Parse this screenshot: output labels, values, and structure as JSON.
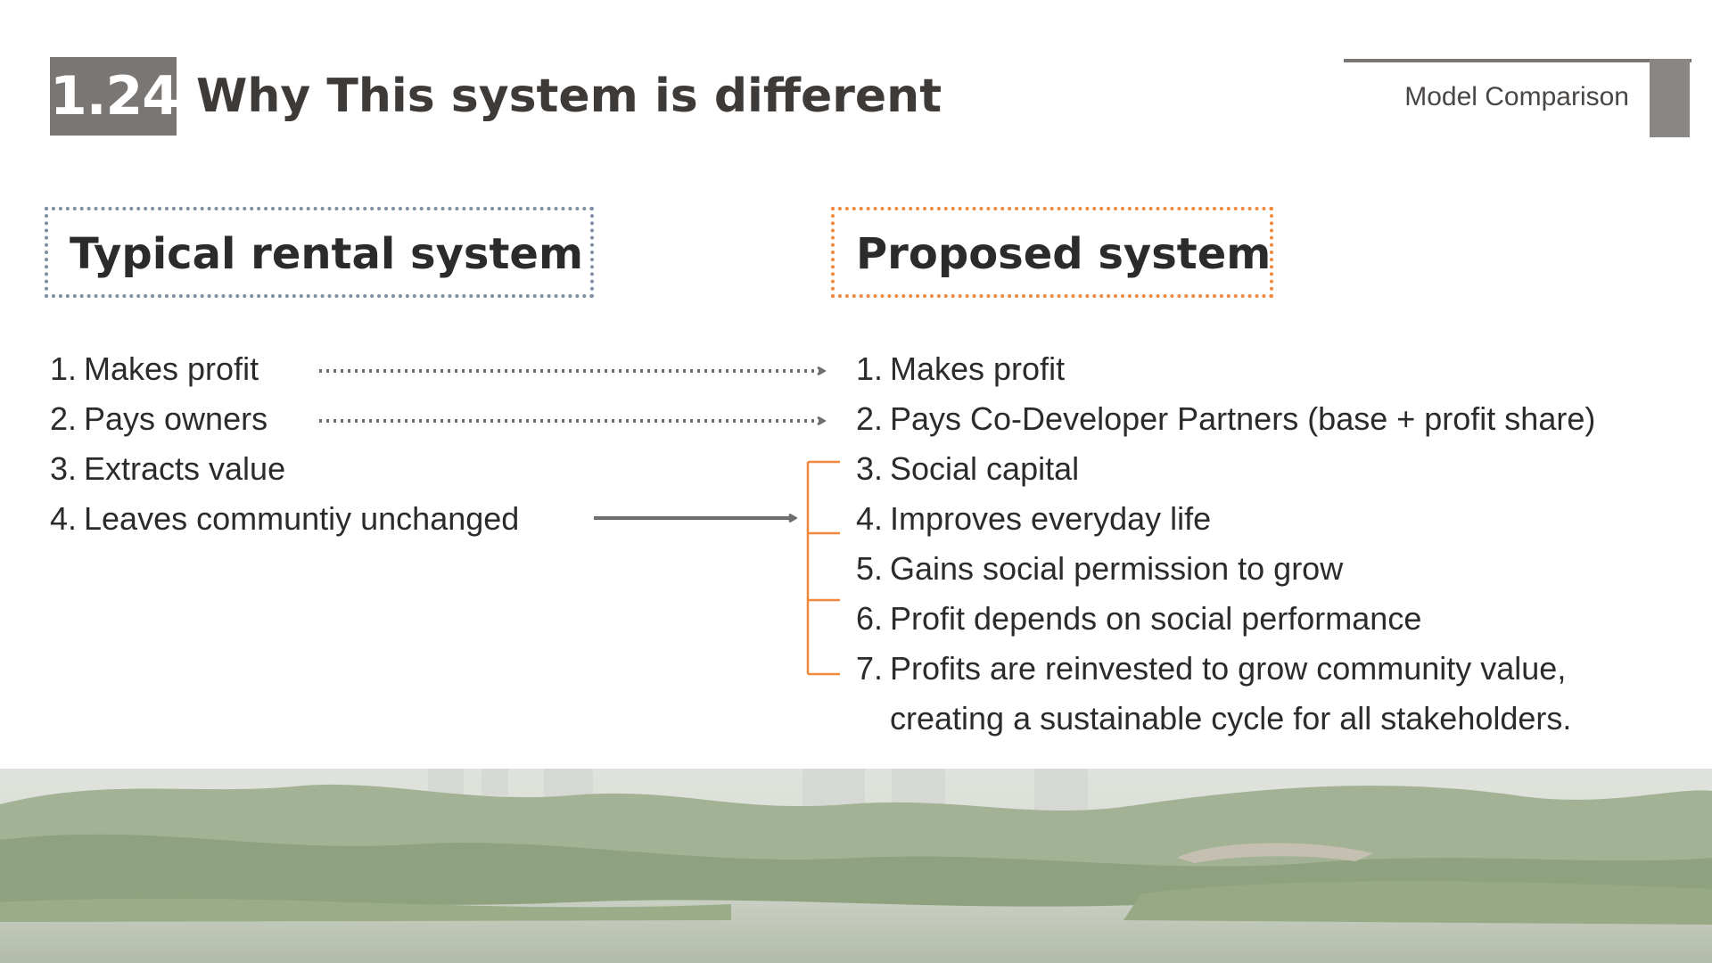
{
  "header": {
    "section_number": "1.24",
    "title": "Why This system is different",
    "tag": "Model Comparison"
  },
  "left": {
    "title": "Typical rental system",
    "items": [
      {
        "num": "1.",
        "text": "Makes profit"
      },
      {
        "num": "2.",
        "text": "Pays owners"
      },
      {
        "num": "3.",
        "text": "Extracts value"
      },
      {
        "num": "4.",
        "text": "Leaves communtiy unchanged"
      }
    ]
  },
  "right": {
    "title": "Proposed system",
    "items": [
      {
        "num": "1.",
        "text": "Makes profit"
      },
      {
        "num": "2.",
        "text": "Pays Co-Developer Partners (base + profit share)"
      },
      {
        "num": "3.",
        "text": "Social capital"
      },
      {
        "num": "4.",
        "text": "Improves everyday life"
      },
      {
        "num": "5.",
        "text": "Gains social permission to grow"
      },
      {
        "num": "6.",
        "text": "Profit depends on social performance"
      },
      {
        "num": "7.",
        "text": "Profits are reinvested to grow community value, creating a sustainable cycle for all stakeholders."
      }
    ]
  },
  "colors": {
    "badge": "#7a7674",
    "left_border": "#7f8ea3",
    "right_border": "#f0883e",
    "arrow": "#6e6e6e",
    "bracket": "#f0883e"
  }
}
